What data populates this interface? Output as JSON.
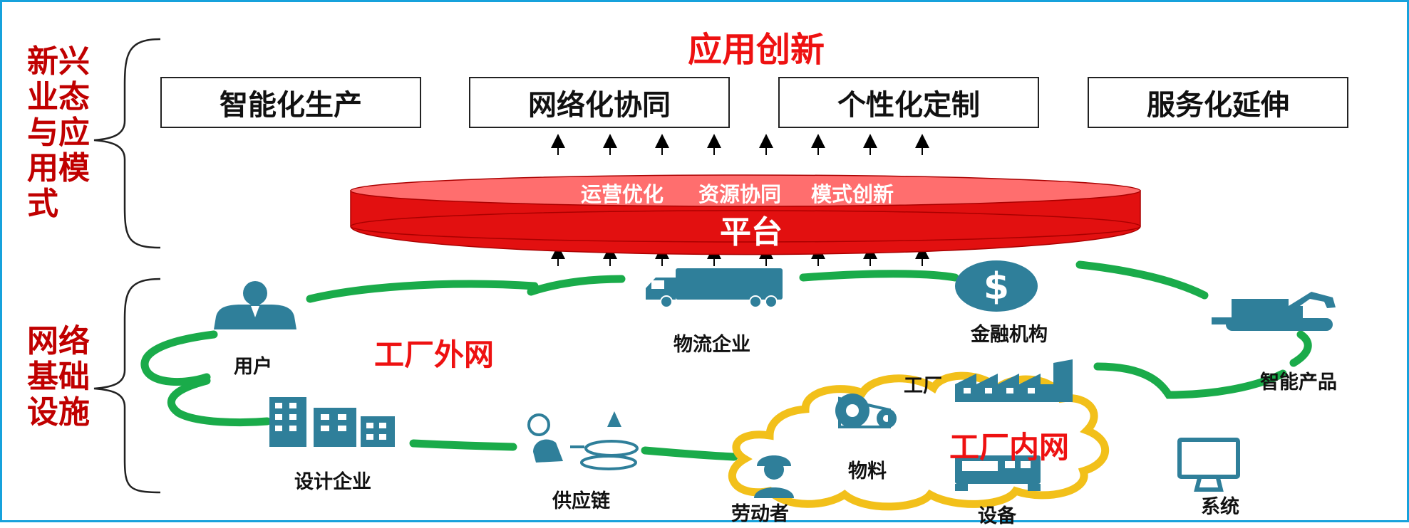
{
  "left_labels": {
    "top": [
      "新兴",
      "业态",
      "与应",
      "用模",
      "式"
    ],
    "bottom": [
      "网络",
      "基础",
      "设施"
    ]
  },
  "application": {
    "title": "应用创新",
    "boxes": [
      "智能化生产",
      "网络化协同",
      "个性化定制",
      "服务化延伸"
    ]
  },
  "platform": {
    "functions": [
      "运营优化",
      "资源协同",
      "模式创新"
    ],
    "name": "平台"
  },
  "networks": {
    "external": "工厂外网",
    "internal": "工厂内网"
  },
  "nodes": {
    "user": "用户",
    "logistics": "物流企业",
    "finance": "金融机构",
    "smart_product": "智能产品",
    "factory": "工厂",
    "design": "设计企业",
    "supply_chain": "供应链",
    "material": "物料",
    "worker": "劳动者",
    "equipment": "设备",
    "system": "系统"
  },
  "icons": [
    "person-icon",
    "truck-icon",
    "dollar-coin-icon",
    "excavator-robot-icon",
    "factory-icon",
    "office-building-icon",
    "supply-parts-icon",
    "gear-belt-icon",
    "worker-icon",
    "machine-icon",
    "monitor-icon"
  ],
  "colors": {
    "border": "#17a2dc",
    "side_text": "#c00000",
    "red_title": "#ee1111",
    "platform_red": "#ee1111",
    "external_ring": "#1aab4a",
    "internal_cloud": "#f2c01a",
    "icon_teal": "#2f7f9a"
  }
}
